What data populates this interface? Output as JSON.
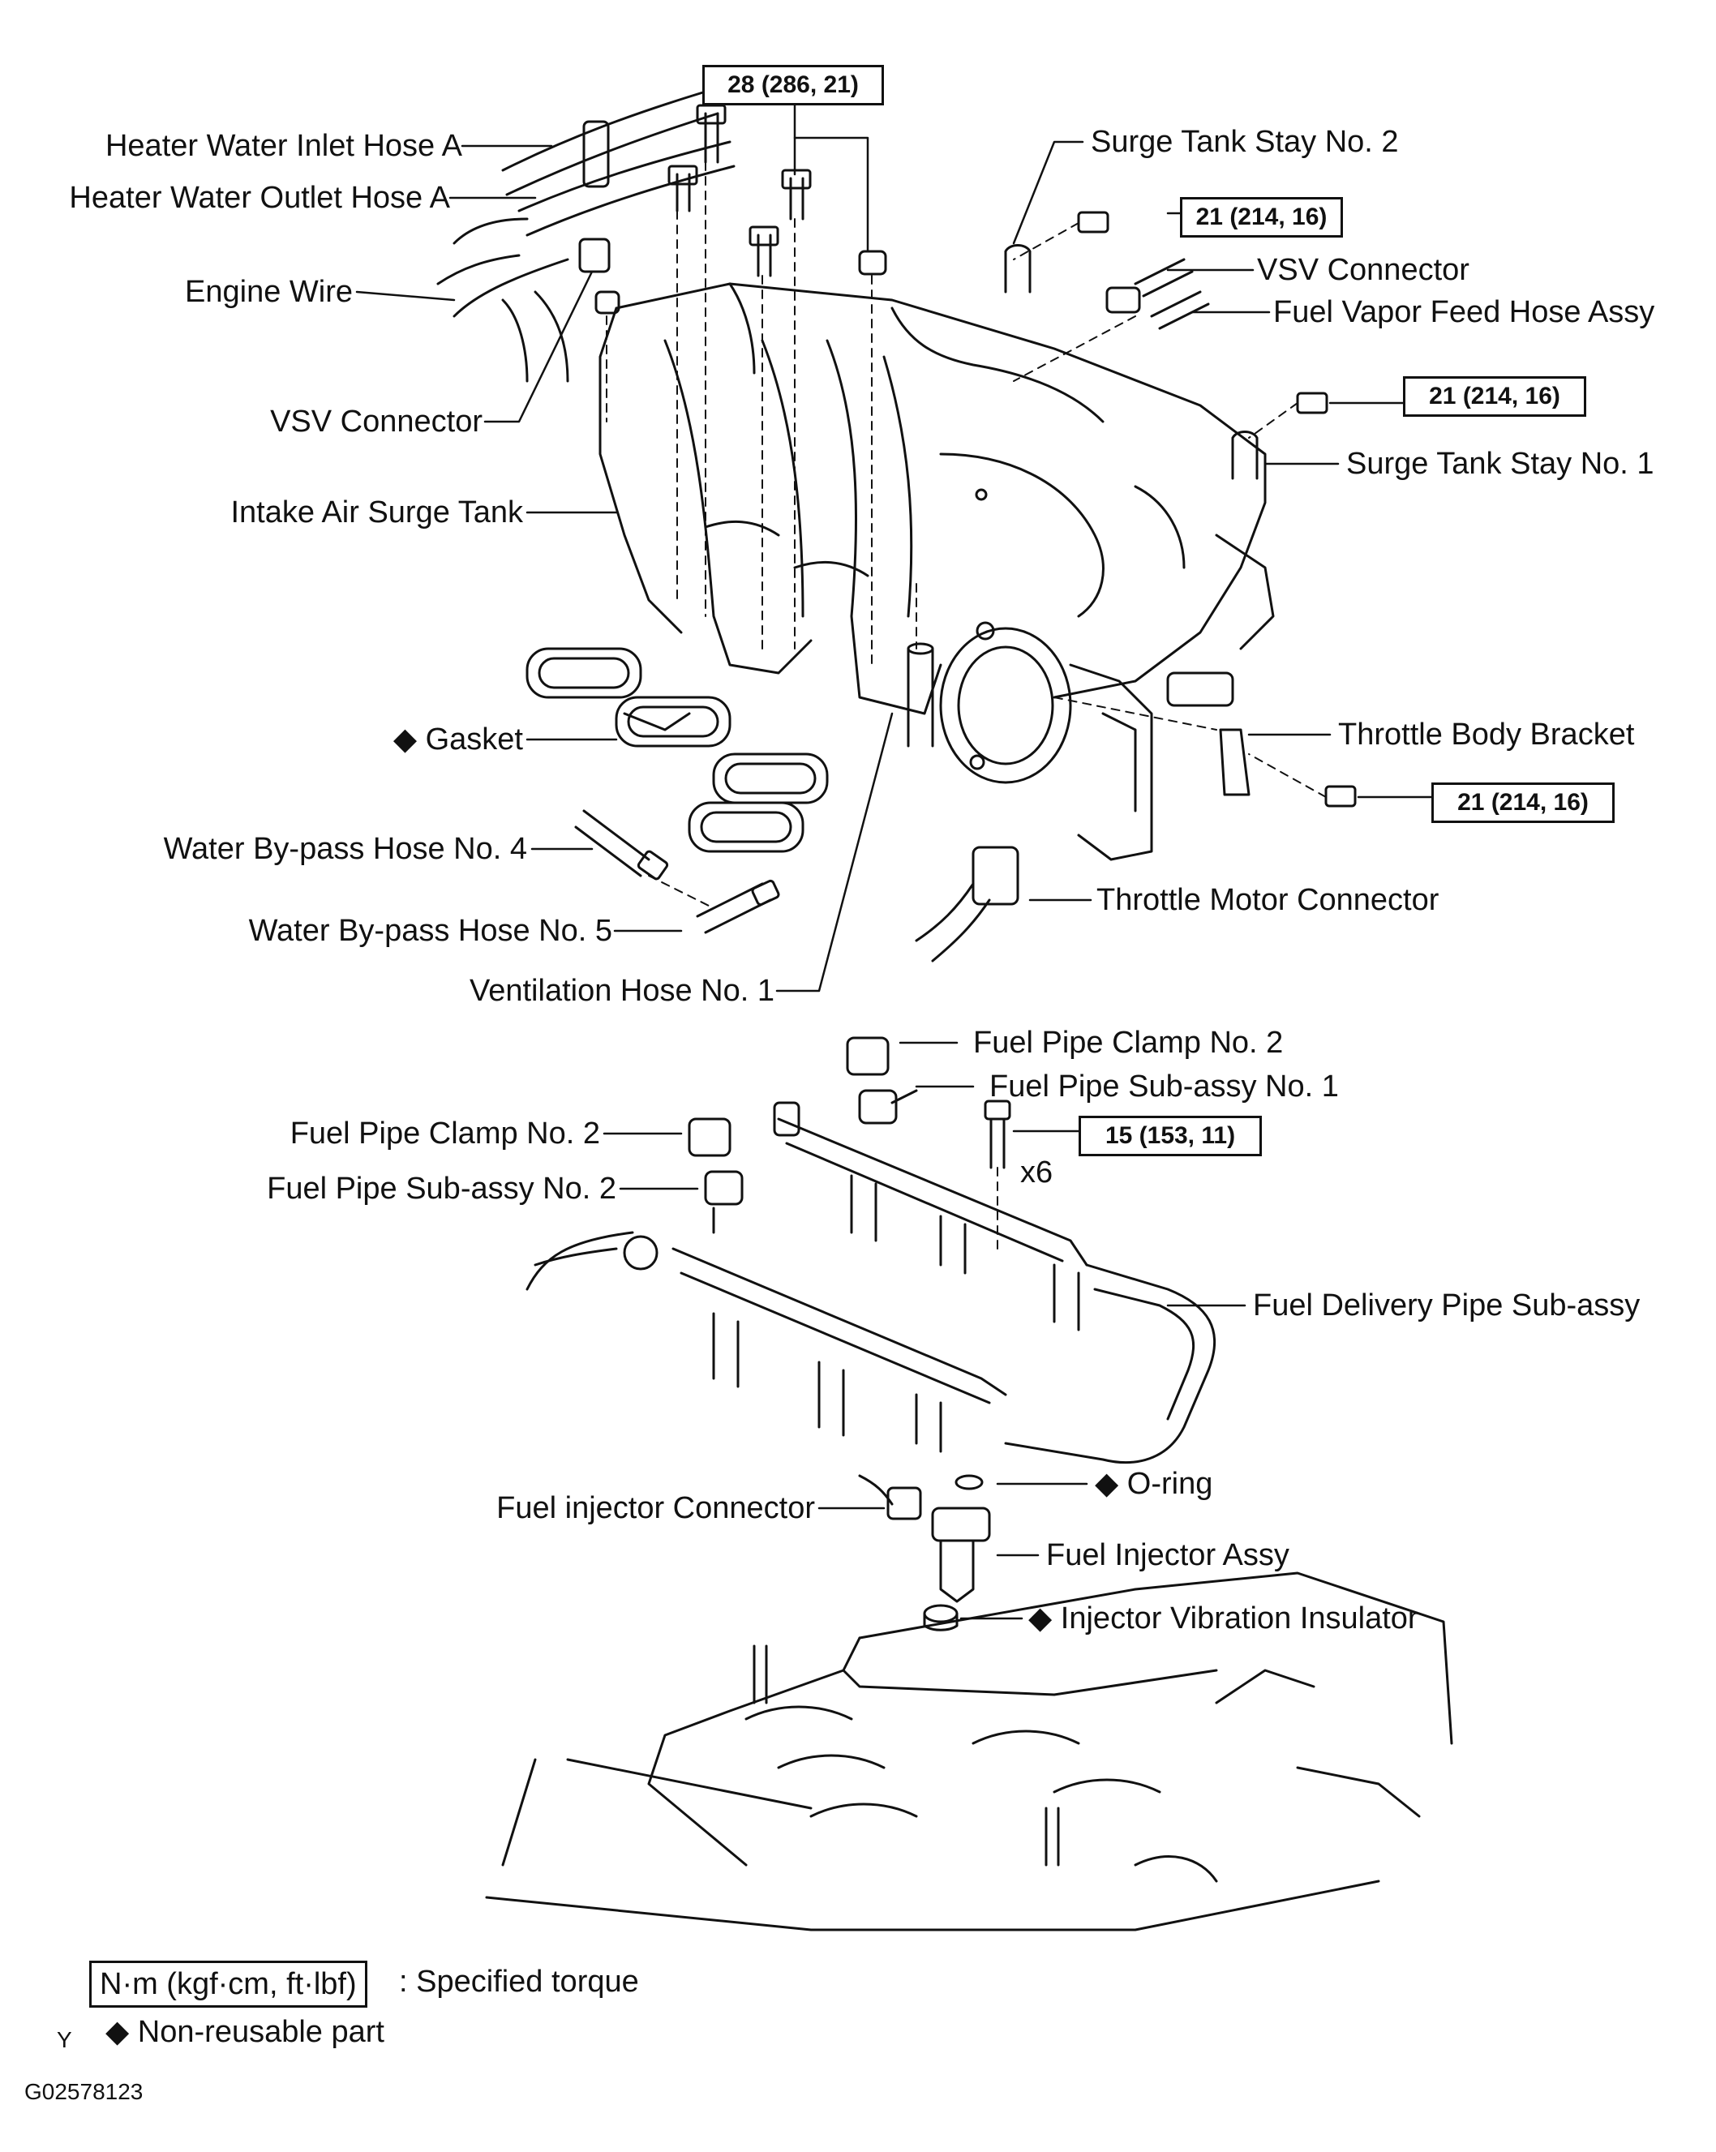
{
  "labels": {
    "heater_inlet": "Heater Water Inlet Hose A",
    "heater_outlet": "Heater Water Outlet Hose A",
    "engine_wire": "Engine Wire",
    "vsv_connector_left": "VSV Connector",
    "intake_surge_tank": "Intake Air Surge Tank",
    "gasket": "Gasket",
    "water_bypass_4": "Water By-pass Hose No. 4",
    "water_bypass_5": "Water By-pass Hose No. 5",
    "ventilation_hose": "Ventilation Hose No. 1",
    "surge_stay_2": "Surge Tank Stay No. 2",
    "vsv_connector_right": "VSV Connector",
    "fuel_vapor_feed": "Fuel Vapor Feed Hose Assy",
    "surge_stay_1": "Surge Tank Stay No. 1",
    "throttle_bracket": "Throttle Body Bracket",
    "throttle_motor_conn": "Throttle Motor Connector",
    "fuel_clamp_2_right": "Fuel Pipe Clamp No. 2",
    "fuel_pipe_sub_1": "Fuel Pipe Sub-assy No. 1",
    "fuel_clamp_2_left": "Fuel Pipe Clamp No. 2",
    "fuel_pipe_sub_2": "Fuel Pipe Sub-assy No. 2",
    "fuel_delivery_pipe": "Fuel Delivery Pipe Sub-assy",
    "o_ring": "O-ring",
    "injector_connector": "Fuel injector Connector",
    "injector_assy": "Fuel Injector Assy",
    "vibration_insulator": "Injector Vibration Insulator",
    "qty_x6": "x6"
  },
  "torques": {
    "t28": "28 (286, 21)",
    "t21_a": "21 (214, 16)",
    "t21_b": "21 (214, 16)",
    "t21_c": "21 (214, 16)",
    "t15": "15 (153, 11)"
  },
  "legend": {
    "unit_box": "N·m (kgf·cm, ft·lbf)",
    "unit_desc": ": Specified torque",
    "nonreusable": "Non-reusable part",
    "marker": "◆"
  },
  "footer": {
    "letter": "Y",
    "code": "G02578123"
  }
}
